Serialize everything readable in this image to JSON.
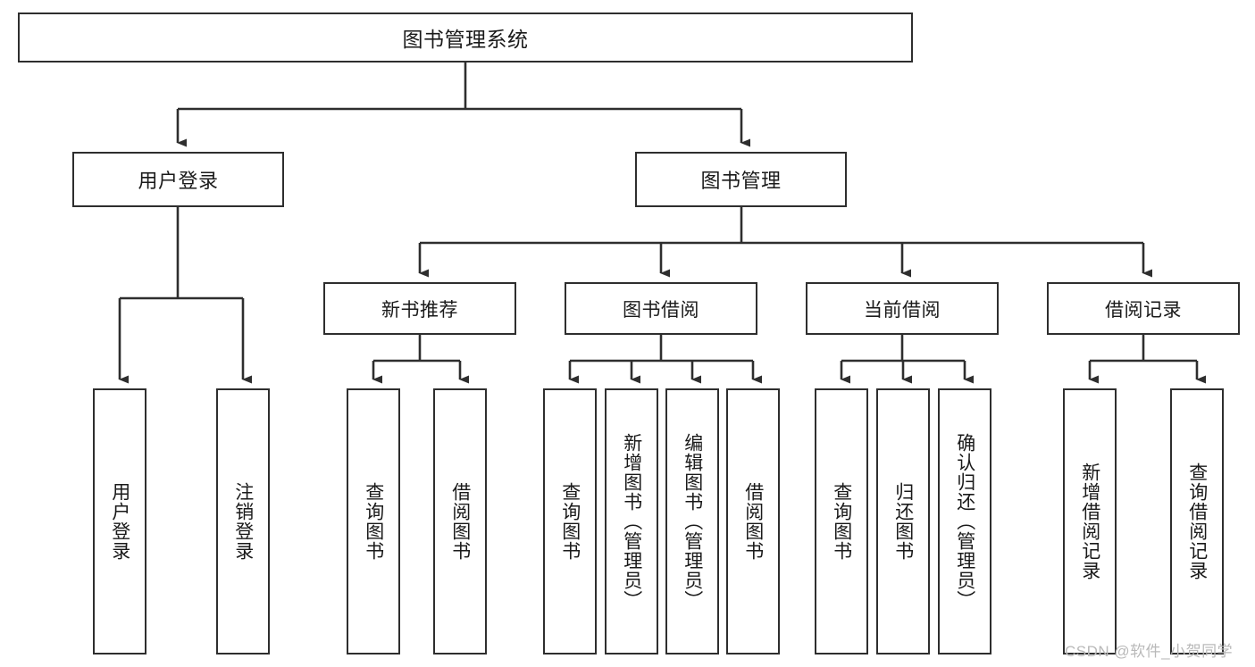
{
  "diagram": {
    "title": "图书管理系统",
    "stroke_color": "#2e2e2e",
    "background_color": "#ffffff",
    "text_color": "#1a1a1a",
    "nodes": {
      "root": {
        "label": "图书管理系统"
      },
      "level2": [
        {
          "label": "用户登录"
        },
        {
          "label": "图书管理"
        }
      ],
      "level3": [
        {
          "label": "新书推荐"
        },
        {
          "label": "图书借阅"
        },
        {
          "label": "当前借阅"
        },
        {
          "label": "借阅记录"
        }
      ],
      "leaves": [
        {
          "label": "用户登录"
        },
        {
          "label": "注销登录"
        },
        {
          "label": "查询图书"
        },
        {
          "label": "借阅图书"
        },
        {
          "label": "查询图书"
        },
        {
          "label": "新增图书（管理员）"
        },
        {
          "label": "编辑图书（管理员）"
        },
        {
          "label": "借阅图书"
        },
        {
          "label": "查询图书"
        },
        {
          "label": "归还图书"
        },
        {
          "label": "确认归还（管理员）"
        },
        {
          "label": "新增借阅记录"
        },
        {
          "label": "查询借阅记录"
        }
      ]
    }
  },
  "watermark": {
    "text": "CSDN @软件_小贺同学",
    "color": "#b9b9b9"
  }
}
